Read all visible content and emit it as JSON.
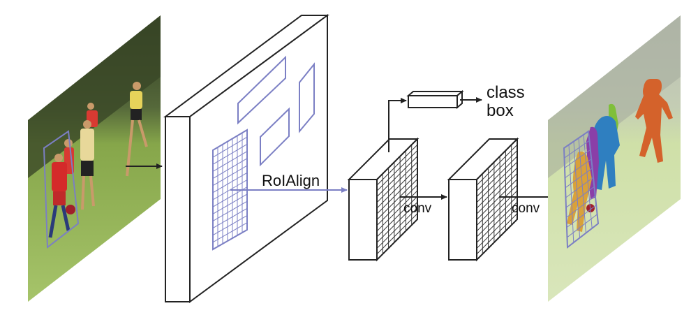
{
  "labels": {
    "roi_align": "RoIAlign",
    "conv_1": "conv",
    "conv_2": "conv",
    "class": "class",
    "box": "box"
  },
  "colors": {
    "roi_blue": "#7b7fc4",
    "stroke": "#222222",
    "grass": "#8fae4a",
    "trees": "#3d4a2a",
    "mask_orange": "#d4622b",
    "mask_yellow": "#d9a13a",
    "mask_green": "#7fbf3a",
    "mask_blue": "#2f7fc0",
    "mask_purple": "#8a3fa8"
  }
}
